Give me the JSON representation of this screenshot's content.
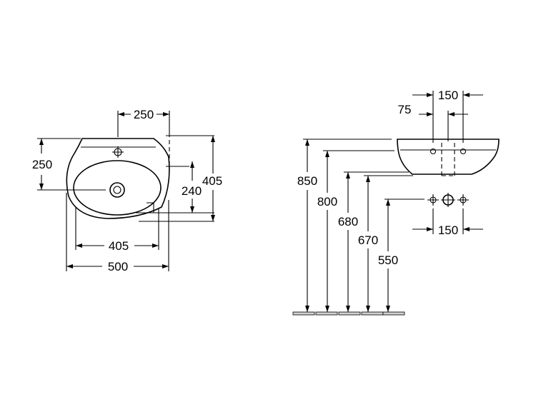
{
  "top_view": {
    "dims": {
      "top_width": "250",
      "left_depth": "250",
      "bowl_depth": "240",
      "overall_depth": "405",
      "bowl_width": "405",
      "overall_width": "500"
    }
  },
  "side_view": {
    "dims": {
      "tap_spacing": "150",
      "tap_offset": "75",
      "tap_spacing_lower": "150",
      "h_850": "850",
      "h_800": "800",
      "h_680": "680",
      "h_670": "670",
      "h_550": "550"
    }
  }
}
